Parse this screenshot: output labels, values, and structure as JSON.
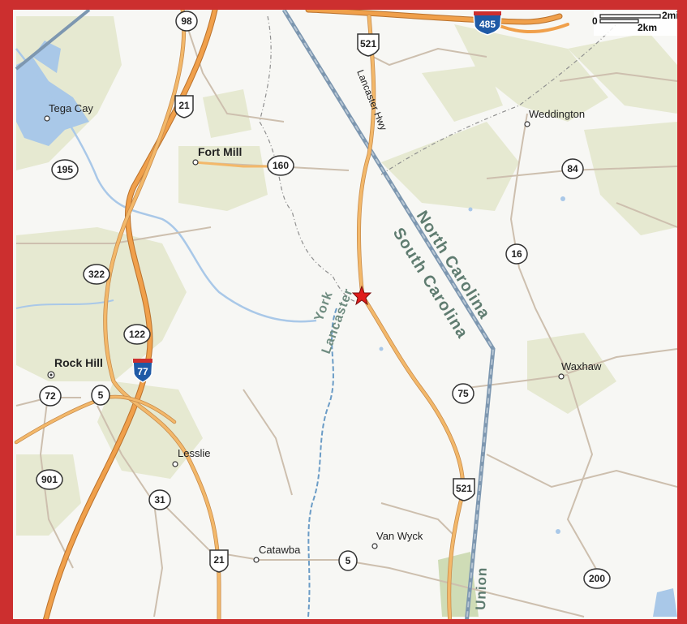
{
  "map": {
    "places": {
      "tega_cay": "Tega Cay",
      "fort_mill": "Fort Mill",
      "weddington": "Weddington",
      "rock_hill": "Rock Hill",
      "waxhaw": "Waxhaw",
      "lesslie": "Lesslie",
      "catawba": "Catawba",
      "van_wyck": "Van Wyck"
    },
    "states": {
      "north": "North Carolina",
      "south": "South Carolina",
      "union": "Union"
    },
    "counties": {
      "west": "York",
      "east": "Lancaster"
    },
    "road_names": {
      "lancaster_hwy": "Lancaster Hwy"
    },
    "routes": {
      "i485": "485",
      "i77": "77",
      "us521_n": "521",
      "us521_s": "521",
      "us21_n": "21",
      "us21_s": "21",
      "sc98": "98",
      "sc195": "195",
      "sc160": "160",
      "nc84": "84",
      "nc16": "16",
      "sc322": "322",
      "sc122": "122",
      "sc72": "72",
      "sc5_w": "5",
      "sc5_e": "5",
      "nc75": "75",
      "sc901": "901",
      "sc31": "31",
      "nc200": "200"
    },
    "scale": {
      "top": "2mi",
      "bottom": "2km",
      "zero": "0"
    },
    "marker": "star-marker",
    "colors": {
      "border": "#cc2f2f",
      "major_road": "#f0a04b",
      "minor_road": "#c8b9a6",
      "water": "#a9c8e8",
      "green": "#e4e8cf",
      "state_line": "#7d97b0",
      "marker": "#e01b1b"
    }
  }
}
